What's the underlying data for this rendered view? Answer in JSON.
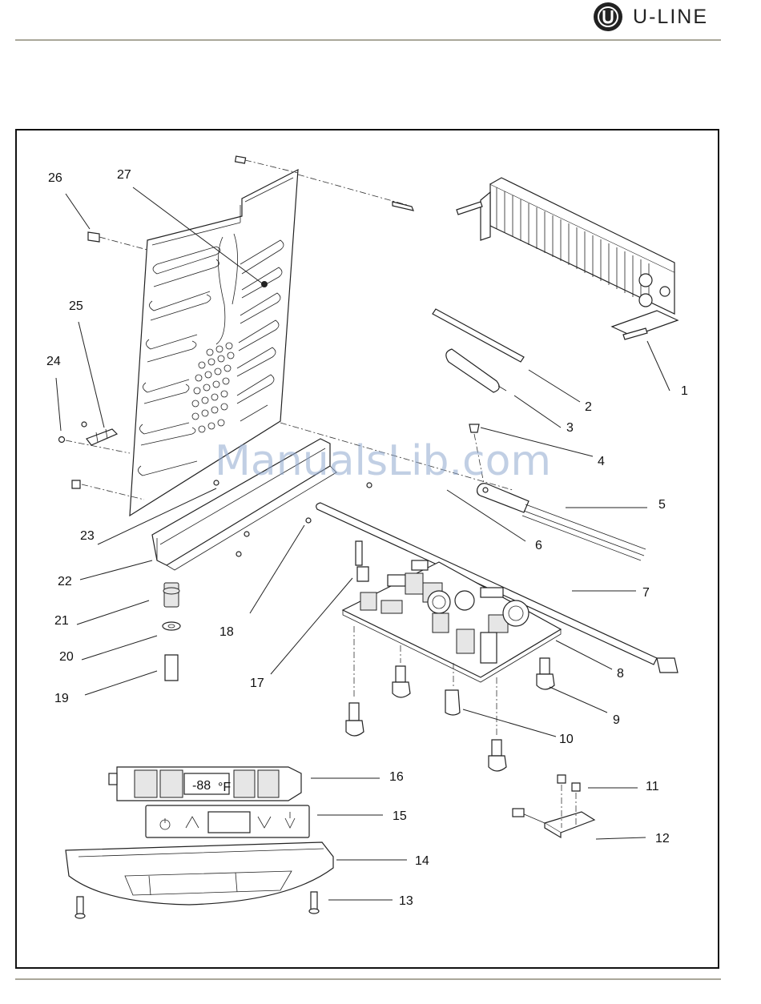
{
  "header": {
    "brand_name": "U-LINE",
    "brand_color": "#222222",
    "rule_color": "#aaa79a"
  },
  "watermark": "ManualsLib.com",
  "diagram": {
    "callouts": [
      "1",
      "2",
      "3",
      "4",
      "5",
      "6",
      "7",
      "8",
      "9",
      "10",
      "11",
      "12",
      "13",
      "14",
      "15",
      "16",
      "17",
      "18",
      "19",
      "20",
      "21",
      "22",
      "23",
      "24",
      "25",
      "26",
      "27"
    ],
    "display_readout": "-88",
    "display_unit": "°F"
  }
}
